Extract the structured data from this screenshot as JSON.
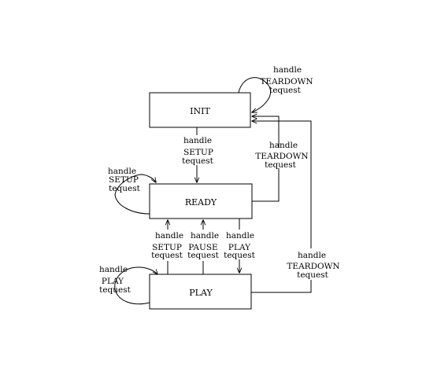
{
  "states": {
    "init": "INIT",
    "ready": "READY",
    "play": "PLAY"
  },
  "transitions": {
    "init_self": {
      "l1": "handle",
      "l2": "TEARDOWN",
      "l3": "tequest"
    },
    "init_to_ready": {
      "l1": "handle",
      "l2": "SETUP",
      "l3": "tequest"
    },
    "ready_to_init": {
      "l1": "handle",
      "l2": "TEARDOWN",
      "l3": "tequest"
    },
    "ready_self": {
      "l1": "handle",
      "l2": "SETUP",
      "l3": "tequest"
    },
    "play_setup": {
      "l1": "handle",
      "l2": "SETUP",
      "l3": "tequest"
    },
    "play_pause": {
      "l1": "handle",
      "l2": "PAUSE",
      "l3": "tequest"
    },
    "ready_to_play": {
      "l1": "handle",
      "l2": "PLAY",
      "l3": "tequest"
    },
    "play_to_init": {
      "l1": "handle",
      "l2": "TEARDOWN",
      "l3": "tequest"
    },
    "play_self": {
      "l1": "handle",
      "l2": "PLAY",
      "l3": "tequest"
    }
  }
}
